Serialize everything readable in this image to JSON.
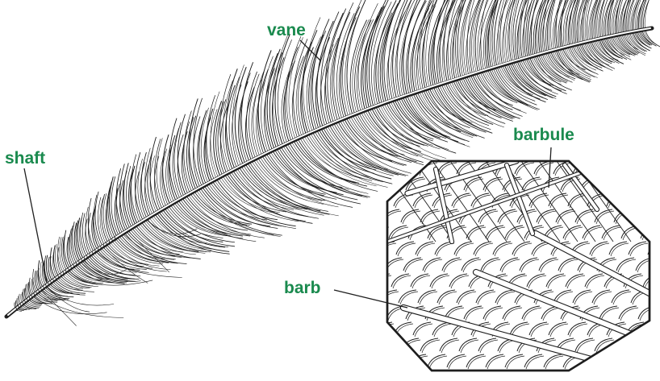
{
  "diagram": {
    "labels": {
      "vane": "vane",
      "shaft": "shaft",
      "barbule": "barbule",
      "barb": "barb"
    },
    "colors": {
      "label": "#1a8a4e",
      "line": "#1e1e1e",
      "background": "#ffffff"
    }
  }
}
